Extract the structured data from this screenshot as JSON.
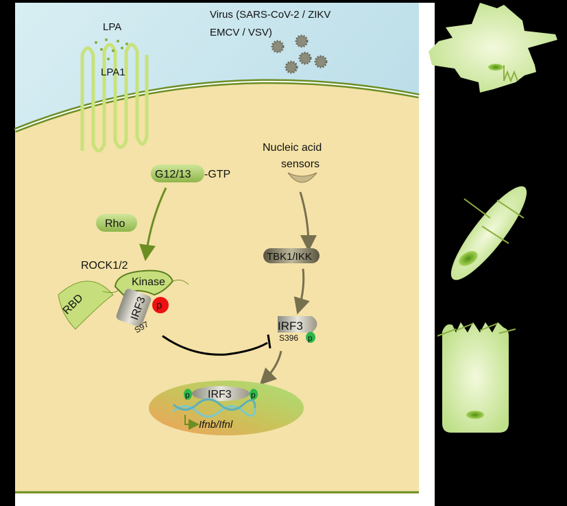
{
  "extracellular": {
    "ligand": "LPA",
    "receptor": "LPA1",
    "virus_line1": "Virus (SARS-CoV-2 / ZIKV",
    "virus_line2": "EMCV / VSV)"
  },
  "pathway_left": {
    "g_protein": "G12/13",
    "g_protein_suffix": "-GTP",
    "rho": "Rho",
    "rock": "ROCK1/2",
    "rbd": "RBD",
    "kinase": "Kinase",
    "irf3": "IRF3",
    "phospho": "p",
    "site": "S97"
  },
  "pathway_right": {
    "sensors_line1": "Nucleic acid",
    "sensors_line2": "sensors",
    "tbk1": "TBK1/IKK",
    "irf3": "IRF3",
    "site": "S396",
    "phospho": "p"
  },
  "nucleus": {
    "irf3": "IRF3",
    "phospho_left": "p",
    "phospho_right": "p",
    "genes": "Ifnb/Ifnl"
  },
  "colors": {
    "extracellular": "#bfe0ea",
    "cytoplasm": "#f4e2a8",
    "membrane": "#6b8e23",
    "activating_arrow": "#6b8e23",
    "sensor_arrow": "#77704f",
    "inhibition": "#000000",
    "phospho_inhibitory": "#e11",
    "phospho_active": "#2bb84a"
  }
}
